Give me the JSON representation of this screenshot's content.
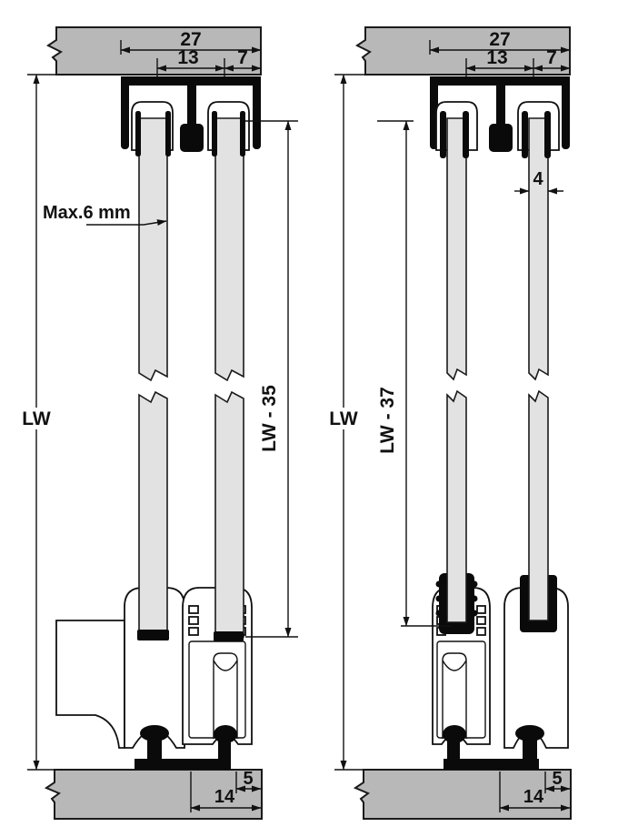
{
  "drawing": {
    "type": "sliding-door-system-cross-section",
    "colors": {
      "background": "#ffffff",
      "masonry_gray": "#b8b8b8",
      "glass_gray": "#e2e2e2",
      "profile_black": "#0a0a0a",
      "line_dark": "#1a1a1a"
    },
    "views": {
      "left": {
        "dims": {
          "track_width": "27",
          "track_centers": "13",
          "track_edge": "7",
          "clear_height": "LW",
          "panel_height": "LW - 35",
          "glass_max_thickness": "Max.6 mm",
          "floor_inset": "5",
          "floor_track_width": "14"
        }
      },
      "right": {
        "dims": {
          "track_width": "27",
          "track_centers": "13",
          "track_edge": "7",
          "clear_height": "LW",
          "panel_height": "LW - 37",
          "glass_thickness": "4",
          "floor_inset": "5",
          "floor_track_width": "14"
        }
      }
    }
  }
}
